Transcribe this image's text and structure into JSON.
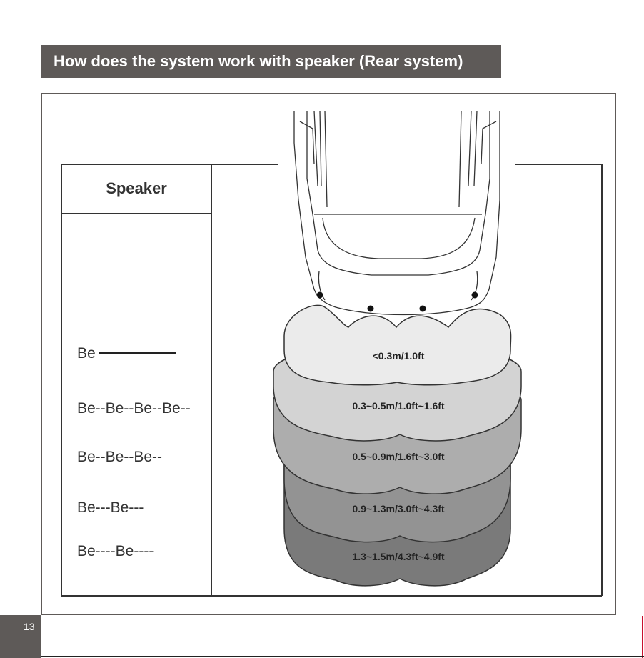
{
  "header": {
    "title": "How does the system work with speaker (Rear system)"
  },
  "table": {
    "header": "Speaker",
    "patterns": [
      {
        "text": "Be",
        "style": "solid-line"
      },
      {
        "text": "Be--Be--Be--Be--"
      },
      {
        "text": "Be--Be--Be--"
      },
      {
        "text": "Be---Be---"
      },
      {
        "text": "Be----Be----"
      }
    ]
  },
  "zones": [
    {
      "label": "<0.3m/1.0ft",
      "color": "#ebebeb"
    },
    {
      "label": "0.3~0.5m/1.0ft~1.6ft",
      "color": "#d3d3d3"
    },
    {
      "label": "0.5~0.9m/1.6ft~3.0ft",
      "color": "#adadad"
    },
    {
      "label": "0.9~1.3m/3.0ft~4.3ft",
      "color": "#939393"
    },
    {
      "label": "1.3~1.5m/4.3ft~4.9ft",
      "color": "#7a7a7a"
    }
  ],
  "footer": {
    "page_number": "13"
  }
}
